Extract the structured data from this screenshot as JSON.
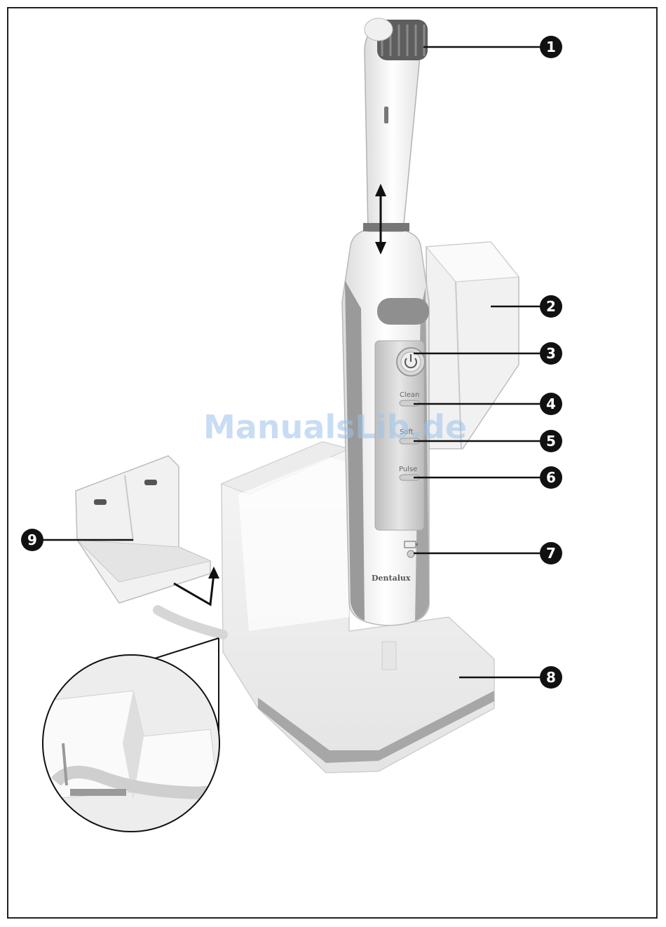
{
  "callouts": [
    "1",
    "2",
    "3",
    "4",
    "5",
    "6",
    "7",
    "8",
    "9"
  ],
  "buttons": {
    "clean": "Clean",
    "soft": "Soft",
    "pulse": "Pulse"
  },
  "brand": "Dentalux",
  "watermark": "ManualsLib.de",
  "colors": {
    "frame": "#222222",
    "callout_fill": "#111111",
    "body_gray": "#9a9a9a",
    "body_light": "#f2f2f2",
    "watermark": "#9cc3ea"
  }
}
